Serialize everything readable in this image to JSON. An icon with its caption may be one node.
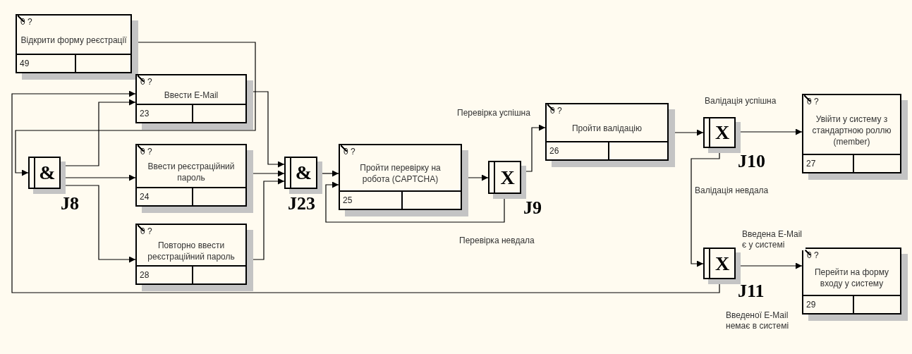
{
  "diagram": {
    "nodes": [
      {
        "text": [
          "0 ?",
          "Відкрити форму реєстрації",
          "49"
        ]
      },
      {
        "text": [
          "0 ?",
          "Ввести E-Mail",
          "23"
        ]
      },
      {
        "text": [
          "&"
        ],
        "beside": [
          "J8"
        ]
      },
      {
        "text": [
          "0 ?",
          "Ввести реєстраційний пароль",
          "24"
        ]
      },
      {
        "text": [
          "0 ?",
          "Повторно ввести реєстраційний пароль",
          "28"
        ]
      },
      {
        "text": [
          "&"
        ],
        "beside": [
          "J23"
        ]
      },
      {
        "text": [
          "0 ?",
          "Пройти перевірку на робота (CAPTCHA)",
          "25"
        ]
      },
      {
        "text": [
          "X"
        ],
        "beside": [
          "J9"
        ]
      },
      {
        "text": [
          "0 ?",
          "Пройти валідацію",
          "26"
        ]
      },
      {
        "text": [
          "X"
        ],
        "beside": [
          "J10"
        ]
      },
      {
        "text": [
          "0 ?",
          "Увійти у систему з стандартною роллю (member)",
          "27"
        ]
      },
      {
        "text": [
          "X"
        ],
        "beside": [
          "J11"
        ]
      },
      {
        "text": [
          "0 ?",
          "Перейти на форму входу у систему",
          "29"
        ]
      }
    ],
    "edges": [
      {
        "from": 0,
        "to": 2,
        "arrow": "to"
      },
      {
        "from": 2,
        "to": 1,
        "arrow": "to"
      },
      {
        "from": 2,
        "to": 3,
        "arrow": "to"
      },
      {
        "from": 2,
        "to": 4,
        "arrow": "to"
      },
      {
        "from": 1,
        "to": 5,
        "arrow": "to"
      },
      {
        "from": 3,
        "to": 5,
        "arrow": "to"
      },
      {
        "from": 4,
        "to": 5,
        "arrow": "to"
      },
      {
        "from": 5,
        "to": 6,
        "arrow": "to"
      },
      {
        "from": 6,
        "to": 7,
        "arrow": "to"
      },
      {
        "from": 7,
        "to": 8,
        "arrow": "to",
        "label": "Перевірка успішна"
      },
      {
        "from": 7,
        "to": 6,
        "arrow": "to",
        "label": "Перевірка невдала"
      },
      {
        "from": 8,
        "to": 9,
        "arrow": "to"
      },
      {
        "from": 9,
        "to": 10,
        "arrow": "to",
        "label": "Валідація успішна"
      },
      {
        "from": 9,
        "to": 11,
        "arrow": "to",
        "label": "Валідація невдала"
      },
      {
        "from": 11,
        "to": 12,
        "arrow": "to",
        "label": "Введена E-Mail є у системі"
      },
      {
        "from": 11,
        "to": 1,
        "arrow": "to",
        "label": "Введеної E-Mail немає в системі"
      }
    ]
  }
}
